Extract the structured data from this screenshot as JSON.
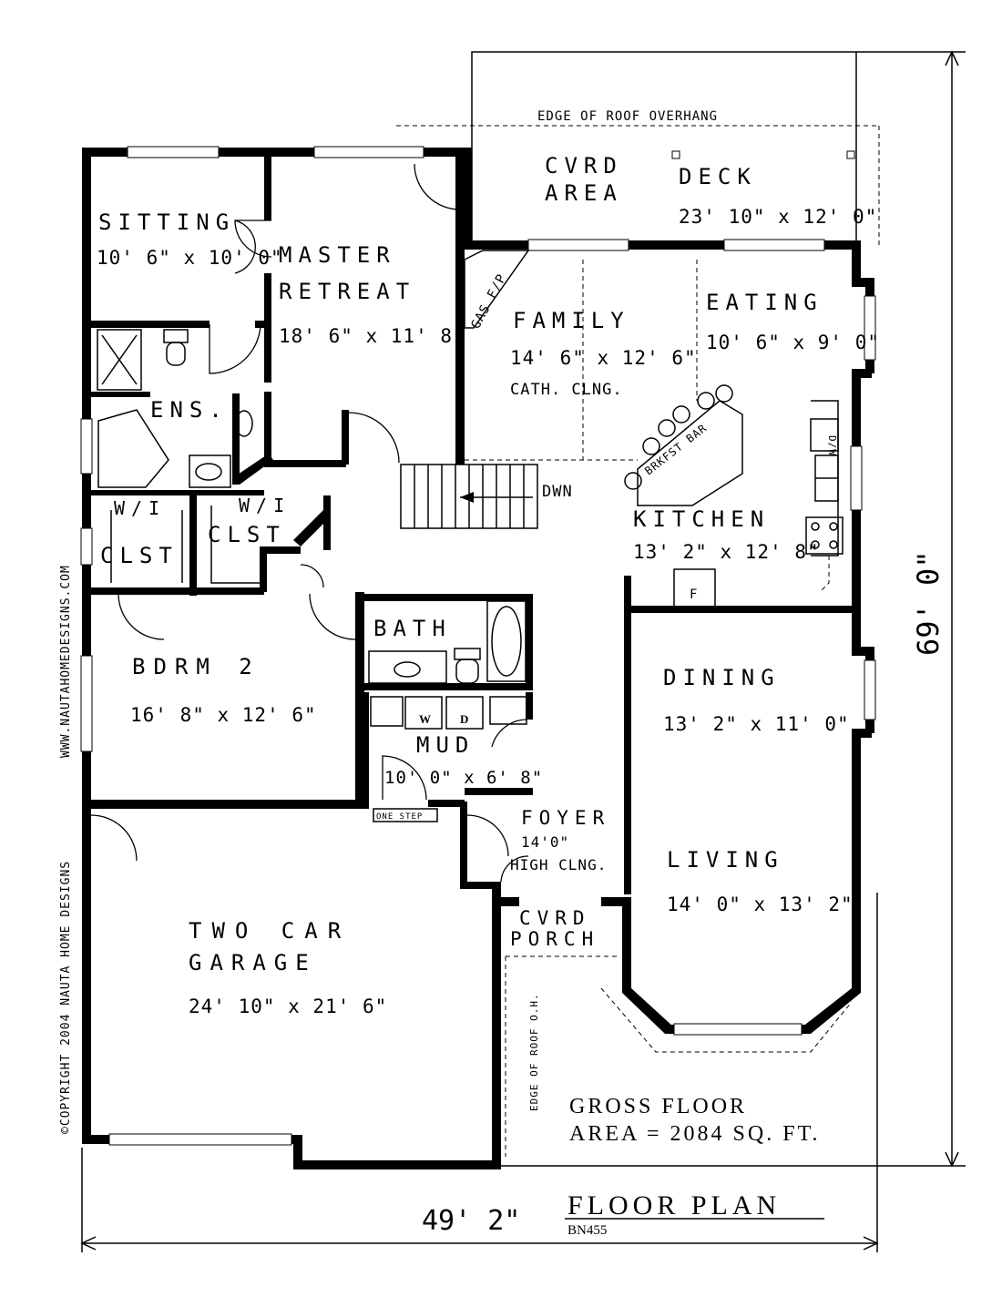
{
  "rooms": {
    "sitting": {
      "name": "SITTING",
      "dim": "10' 6\" x 10' 0\""
    },
    "master_line1": "MASTER",
    "master_line2": "RETREAT",
    "master_dim": "18' 6\" x 11' 8\"",
    "ens": "ENS.",
    "wi_clst_a": {
      "line1": "W/I",
      "line2": "CLST"
    },
    "wi_clst_b": {
      "line1": "W/I",
      "line2": "CLST"
    },
    "cvrd_area_line1": "CVRD",
    "cvrd_area_line2": "AREA",
    "deck": {
      "name": "DECK",
      "dim": "23' 10\" x 12' 0\""
    },
    "roof_overhang": "EDGE OF ROOF OVERHANG",
    "family": {
      "name": "FAMILY",
      "dim": "14' 6\" x 12' 6\"",
      "note": "CATH. CLNG."
    },
    "gas_fp": "GAS F/P",
    "eating": {
      "name": "EATING",
      "dim": "10' 6\" x 9' 0\""
    },
    "brkfst_bar": "BRKFST BAR",
    "dw": "D/W",
    "dwn": "DWN",
    "kitchen": {
      "name": "KITCHEN",
      "dim": "13' 2\" x 12' 8\""
    },
    "fridge": "F",
    "bdrm2": {
      "name": "BDRM 2",
      "dim": "16' 8\" x 12' 6\""
    },
    "bath": "BATH",
    "washer": "W",
    "dryer": "D",
    "mud": {
      "name": "MUD",
      "dim": "10' 0\" x 6' 8\""
    },
    "one_step": "ONE STEP",
    "dining": {
      "name": "DINING",
      "dim": "13' 2\" x 11' 0\""
    },
    "foyer": {
      "name": "FOYER",
      "note1": "14'0\"",
      "note2": "HIGH CLNG."
    },
    "living": {
      "name": "LIVING",
      "dim": "14' 0\" x 13' 2\""
    },
    "cvrd_porch_line1": "CVRD",
    "cvrd_porch_line2": "PORCH",
    "garage": {
      "line1": "TWO CAR",
      "line2": "GARAGE",
      "dim": "24' 10\" x 21' 6\""
    },
    "roof_oh": "EDGE OF ROOF O.H."
  },
  "gross_area": {
    "line1": "GROSS FLOOR",
    "line2": "AREA = 2084 SQ. FT."
  },
  "title": {
    "main": "FLOOR PLAN",
    "code": "BN455"
  },
  "dimensions": {
    "width": "49' 2\"",
    "depth": "69' 0\""
  },
  "side_text": {
    "website": "WWW.NAUTAHOMEDESIGNS.COM",
    "copyright": "©COPYRIGHT 2004 NAUTA HOME DESIGNS"
  }
}
